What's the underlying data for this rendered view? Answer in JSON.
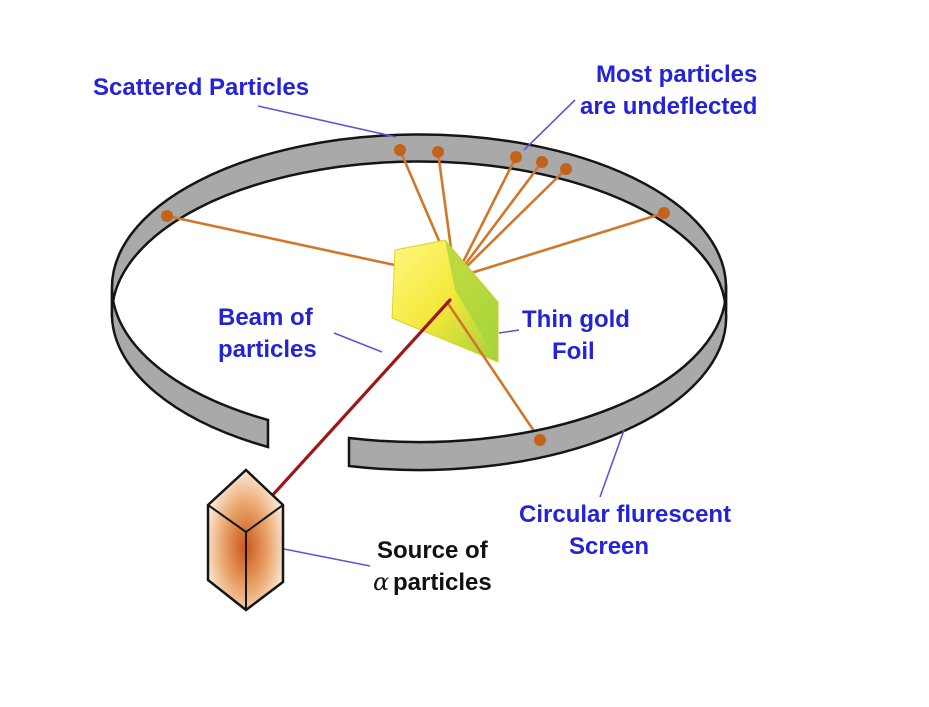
{
  "labels": {
    "scattered": "Scattered Particles",
    "undeflected_1": "Most particles",
    "undeflected_2": "are undeflected",
    "beam_1": "Beam of",
    "beam_2": "particles",
    "foil_1": "Thin gold",
    "foil_2": "Foil",
    "screen_1": "Circular flurescent",
    "screen_2": "Screen",
    "source_1": "Source of",
    "source_alpha": "α",
    "source_2": "particles"
  },
  "colors": {
    "blue_label": "#2424d6",
    "black_label": "#111111",
    "ring_band": "#a9a9a9",
    "ring_edge": "#151515",
    "beam": "#a0141a",
    "scatter": "#d2762a",
    "dot": "#c4621c",
    "leader": "#6b4fd0",
    "foil_yellow": "#f6ea3c",
    "foil_green": "#9fd13c"
  },
  "icons": {
    "screen": "circular-screen-ring",
    "foil": "gold-foil-sheet",
    "source": "alpha-source-box"
  }
}
